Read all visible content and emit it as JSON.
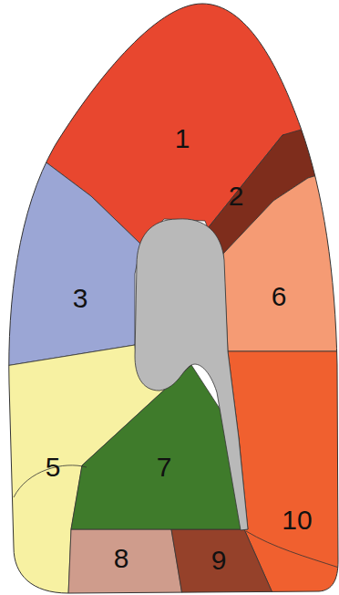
{
  "diagram": {
    "labels": [
      "1",
      "2",
      "3",
      "6",
      "5",
      "7",
      "8",
      "9",
      "10"
    ]
  }
}
